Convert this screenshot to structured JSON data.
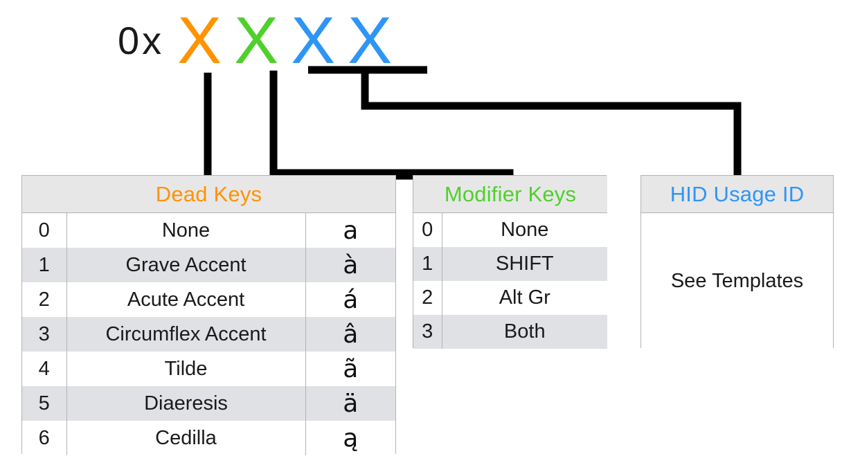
{
  "hex_code": {
    "prefix": "0x",
    "digits": [
      {
        "char": "X",
        "group": "dead",
        "color": "#ff9300"
      },
      {
        "char": "X",
        "group": "mod",
        "color": "#4fd02b"
      },
      {
        "char": "X",
        "group": "hid",
        "color": "#2f95f5"
      },
      {
        "char": "X",
        "group": "hid",
        "color": "#2f95f5"
      }
    ]
  },
  "tables": {
    "dead_keys": {
      "title": "Dead Keys",
      "title_color": "#ff9300",
      "rows": [
        {
          "index": "0",
          "name": "None",
          "glyph": "a"
        },
        {
          "index": "1",
          "name": "Grave Accent",
          "glyph": "à"
        },
        {
          "index": "2",
          "name": "Acute Accent",
          "glyph": "á"
        },
        {
          "index": "3",
          "name": "Circumflex Accent",
          "glyph": "â"
        },
        {
          "index": "4",
          "name": "Tilde",
          "glyph": "ã"
        },
        {
          "index": "5",
          "name": "Diaeresis",
          "glyph": "ä"
        },
        {
          "index": "6",
          "name": "Cedilla",
          "glyph": "ą"
        }
      ]
    },
    "modifier_keys": {
      "title": "Modifier Keys",
      "title_color": "#4fd02b",
      "rows": [
        {
          "index": "0",
          "name": "None"
        },
        {
          "index": "1",
          "name": "SHIFT"
        },
        {
          "index": "2",
          "name": "Alt Gr"
        },
        {
          "index": "3",
          "name": "Both"
        }
      ]
    },
    "hid_usage_id": {
      "title": "HID Usage ID",
      "title_color": "#2f95f5",
      "body_text": "See Templates"
    }
  },
  "connector_color": "#000000"
}
